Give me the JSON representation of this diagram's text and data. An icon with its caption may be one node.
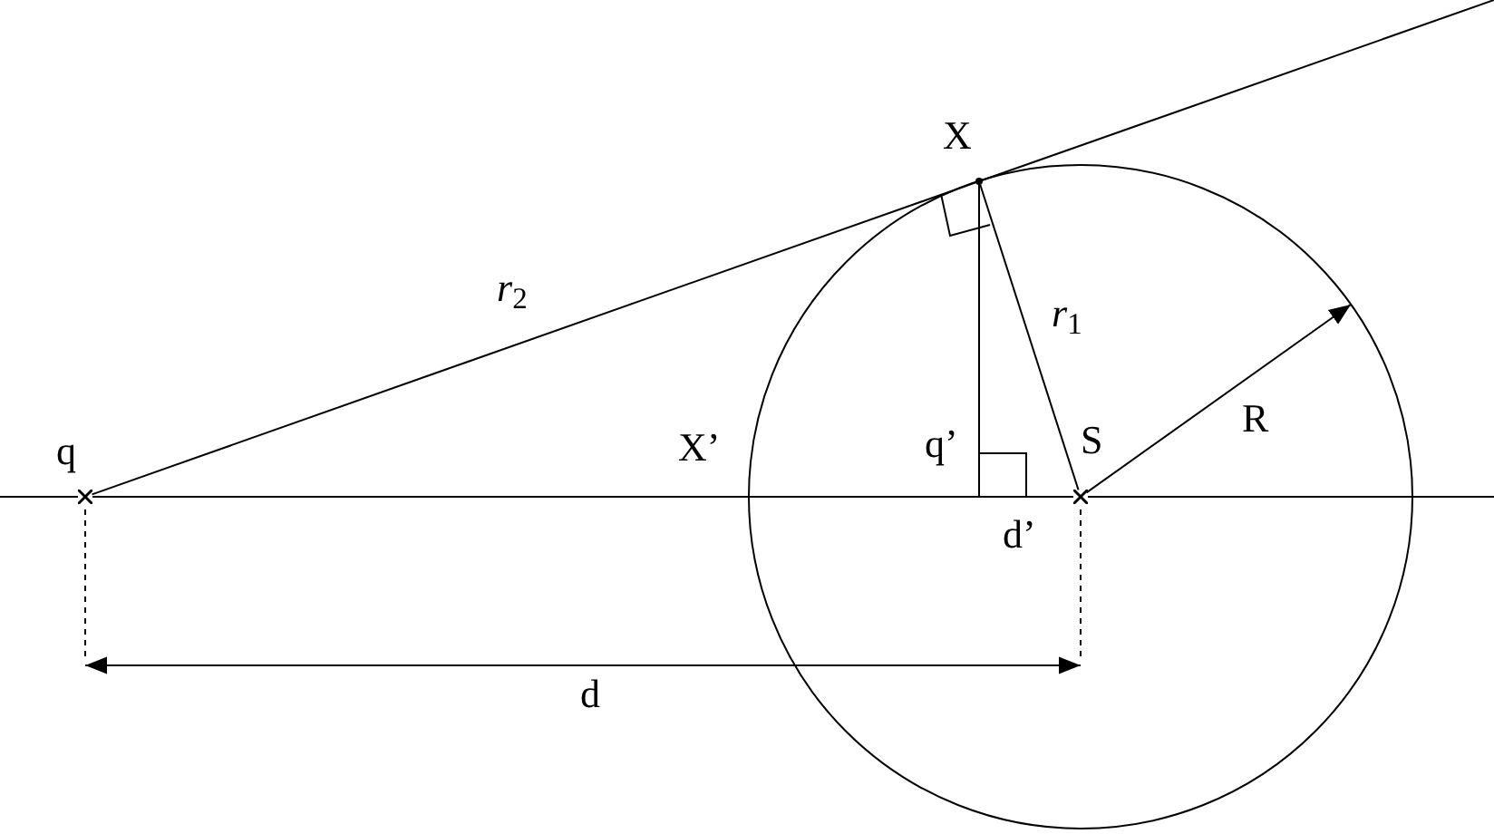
{
  "diagram": {
    "nodes": [
      {
        "text": [],
        "shape": "cross",
        "beside": [
          "q"
        ]
      },
      {
        "text": [],
        "shape": "point",
        "beside": [
          "X"
        ]
      },
      {
        "text": [],
        "shape": "cross",
        "beside": [
          "S"
        ]
      }
    ],
    "edges": [
      {
        "from": 0,
        "to": 1,
        "arrow": "none",
        "label": "*r*$_{2}$"
      },
      {
        "from": 1,
        "to": 2,
        "arrow": "none",
        "label": "*r*$_{1}$"
      },
      {
        "from": 2,
        "to": null,
        "arrow": "to",
        "label": "R"
      },
      {
        "from": 0,
        "to": 2,
        "arrow": "none"
      }
    ],
    "labels": [
      "X’",
      "q’",
      "d’",
      "d"
    ]
  }
}
